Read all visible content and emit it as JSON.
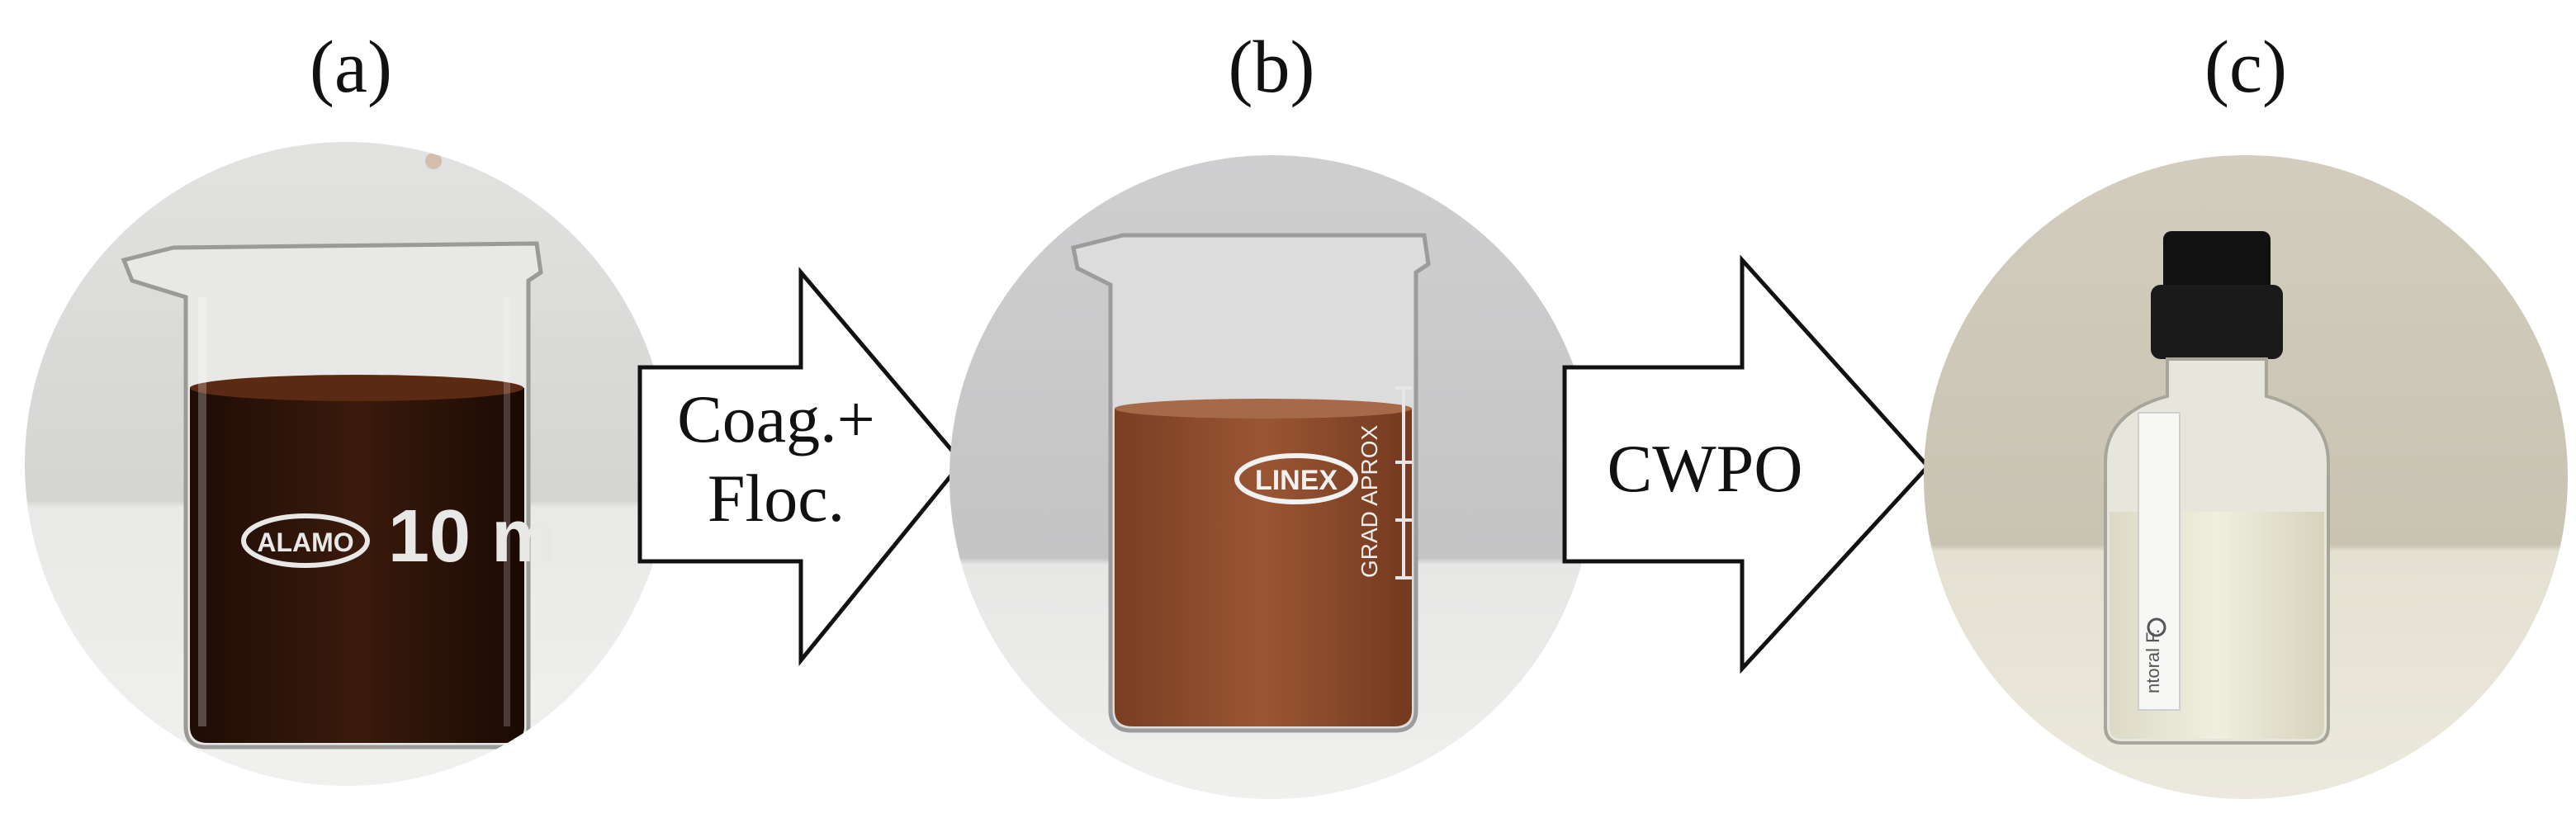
{
  "panels": [
    {
      "label": "(a)",
      "beaker_brand": "ALAMO",
      "beaker_volume": "10 m"
    },
    {
      "label": "(b)",
      "beaker_brand": "LINEX",
      "beaker_markings": "GRAD APROX"
    },
    {
      "label": "(c)",
      "bottle_text": "ntoral F."
    }
  ],
  "arrows": [
    {
      "line1": "Coag.+",
      "line2": "Floc."
    },
    {
      "line1": "CWPO"
    }
  ],
  "colors": {
    "liquid_a": "#2a1208",
    "liquid_b": "#8a4a2c",
    "liquid_c": "#e8e6cf",
    "background_photo": "#d9d9d6"
  }
}
